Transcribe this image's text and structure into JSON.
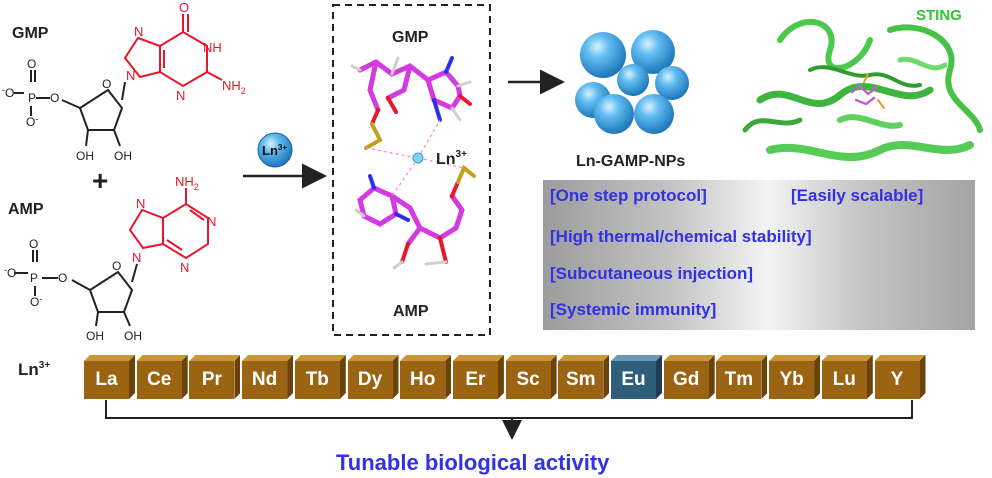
{
  "left_panel": {
    "gmp_label": "GMP",
    "amp_label": "AMP",
    "plus": "+",
    "gmp_atoms": {
      "o_top": "O",
      "nh": "NH",
      "nh2": "NH",
      "nh2_sub": "2",
      "n1": "N",
      "n2": "N",
      "n3": "N",
      "o_ring": "O",
      "oh1": "OH",
      "oh2": "OH",
      "o_link": "O",
      "p": "P",
      "o_minus1": "O",
      "o_minus2": "O",
      "o_dbl": "O"
    },
    "amp_atoms": {
      "nh2": "NH",
      "nh2_sub": "2",
      "n1": "N",
      "n2": "N",
      "n3": "N",
      "n4": "N",
      "o_ring": "O",
      "oh1": "OH",
      "oh2": "OH",
      "o_link": "O",
      "p": "P",
      "o_minus1": "O",
      "o_minus2": "O",
      "o_dbl": "O"
    }
  },
  "reagent": {
    "ion": "Ln",
    "charge": "3+"
  },
  "center_panel": {
    "gmp_label": "GMP",
    "amp_label": "AMP",
    "ion_label": "Ln",
    "ion_charge": "3+"
  },
  "product": {
    "label": "Ln-GAMP-NPs"
  },
  "protein": {
    "label": "STING"
  },
  "features": [
    "[One step protocol]",
    "[Easily scalable]",
    "[High thermal/chemical stability]",
    "[Subcutaneous injection]",
    "[Systemic immunity]"
  ],
  "ln_series": {
    "label": "Ln",
    "charge": "3+",
    "elements": [
      "La",
      "Ce",
      "Pr",
      "Nd",
      "Tb",
      "Dy",
      "Ho",
      "Er",
      "Sc",
      "Sm",
      "Eu",
      "Gd",
      "Tm",
      "Yb",
      "Lu",
      "Y"
    ],
    "highlighted": "Eu"
  },
  "outcome": "Tunable biological activity",
  "colors": {
    "accent_blue": "#3131e6",
    "sting_green": "#2ec52e",
    "chem_red": "#e8162c",
    "block_gold": "#9b6412",
    "block_highlight": "#2f5e7a",
    "sphere_blue": "#2c97d8"
  }
}
